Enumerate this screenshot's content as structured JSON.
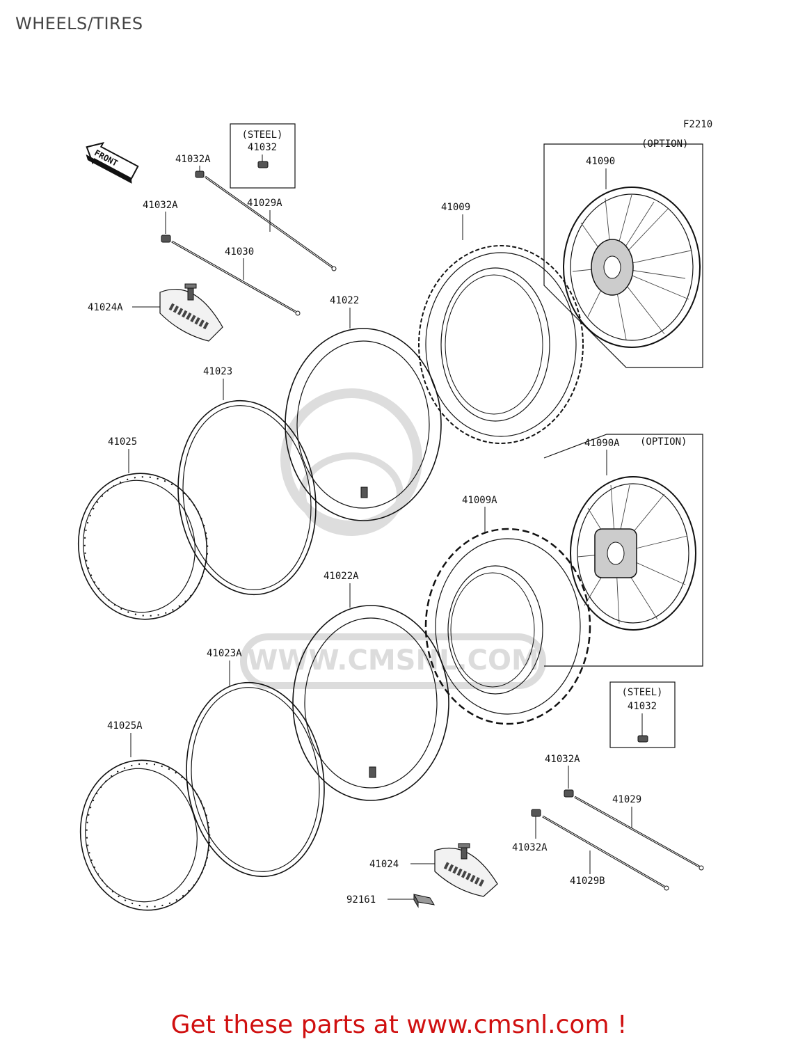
{
  "page": {
    "title": "WHEELS/TIRES",
    "figure_code": "F2210"
  },
  "front_arrow": {
    "label": "FRONT"
  },
  "boxes": {
    "steel_top": {
      "line1": "(STEEL)",
      "line2": "41032"
    },
    "steel_bottom": {
      "line1": "(STEEL)",
      "line2": "41032"
    },
    "option_top": {
      "label": "(OPTION)",
      "part": "41090"
    },
    "option_bottom": {
      "label": "(OPTION)",
      "part": "41090A"
    }
  },
  "parts": {
    "p41032A_1": "41032A",
    "p41032A_2": "41032A",
    "p41029A": "41029A",
    "p41030": "41030",
    "p41024A": "41024A",
    "p41009": "41009",
    "p41022": "41022",
    "p41023": "41023",
    "p41025": "41025",
    "p41009A": "41009A",
    "p41022A": "41022A",
    "p41023A": "41023A",
    "p41025A": "41025A",
    "p41032A_3": "41032A",
    "p41029": "41029",
    "p41032A_4": "41032A",
    "p41029B": "41029B",
    "p41024": "41024",
    "p92161": "92161"
  },
  "watermark": {
    "text": "WWW.CMSNL.COM",
    "color": "#d8d8d8"
  },
  "footer": {
    "text": "Get these parts at www.cmsnl.com !",
    "color": "#d01010"
  }
}
